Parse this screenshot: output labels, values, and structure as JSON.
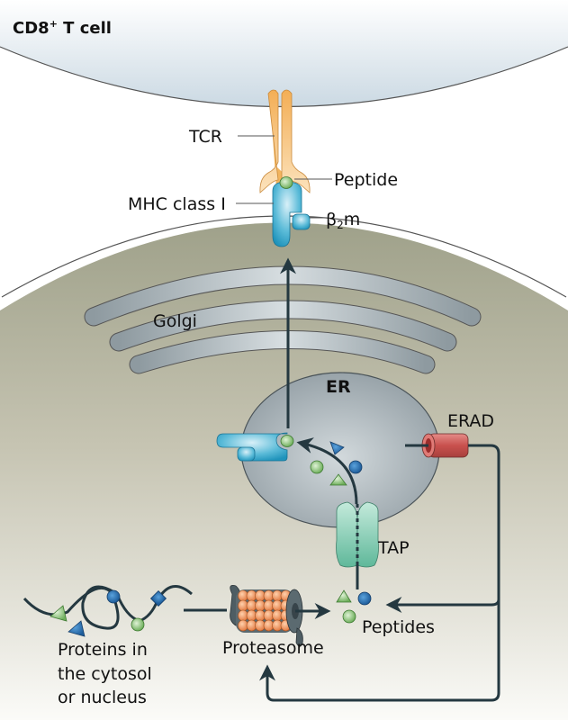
{
  "title": "CD8⁺ T cell",
  "title_main": "CD8",
  "title_sup": "+",
  "title_rest": " T cell",
  "labels": {
    "tcr": "TCR",
    "peptide": "Peptide",
    "mhc": "MHC class I",
    "b2m_beta": "β",
    "b2m_sub": "2",
    "b2m_m": "m",
    "golgi": "Golgi",
    "er": "ER",
    "erad": "ERAD",
    "tap": "TAP",
    "peptides": "Peptides",
    "proteasome": "Proteasome",
    "proteins_line1": "Proteins in",
    "proteins_line2": "the cytosol",
    "proteins_line3": "or nucleus"
  },
  "colors": {
    "tcell_fill": "#d3dee6",
    "cell_fill_top": "#a3a58f",
    "cell_fill_bottom": "#f8f8f5",
    "organelle_fill": "#b7c0c4",
    "tcr": "#f5b560",
    "mhc": "#2a9fc4",
    "peptide_green": "#8cc47c",
    "peptide_blue": "#2a6eb0",
    "erad": "#c8524f",
    "tap": "#8fd0b8",
    "proteasome": "#ee9055",
    "arrow": "#243840"
  }
}
